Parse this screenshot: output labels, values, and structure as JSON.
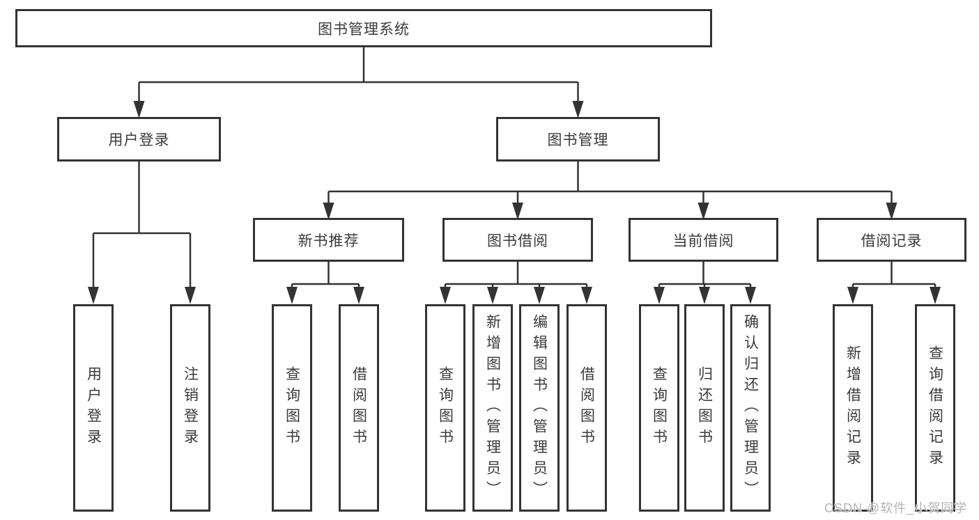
{
  "tree": {
    "label": "图书管理系统",
    "children": [
      {
        "label": "用户登录",
        "children": [
          {
            "label": "用户登录"
          },
          {
            "label": "注销登录"
          }
        ]
      },
      {
        "label": "图书管理",
        "children": [
          {
            "label": "新书推荐",
            "children": [
              {
                "label": "查询图书"
              },
              {
                "label": "借阅图书"
              }
            ]
          },
          {
            "label": "图书借阅",
            "children": [
              {
                "label": "查询图书"
              },
              {
                "label": "新增图书（管理员）"
              },
              {
                "label": "编辑图书（管理员）"
              },
              {
                "label": "借阅图书"
              }
            ]
          },
          {
            "label": "当前借阅",
            "children": [
              {
                "label": "查询图书"
              },
              {
                "label": "归还图书"
              },
              {
                "label": "确认归还（管理员）"
              }
            ]
          },
          {
            "label": "借阅记录",
            "children": [
              {
                "label": "新增借阅记录"
              },
              {
                "label": "查询借阅记录"
              }
            ]
          }
        ]
      }
    ]
  },
  "watermark": {
    "text": "CSDN @软件_小贺同学"
  },
  "colors": {
    "line": "#333333",
    "text": "#3a3a3a",
    "background": "#ffffff",
    "watermark": "#aeaeae"
  }
}
